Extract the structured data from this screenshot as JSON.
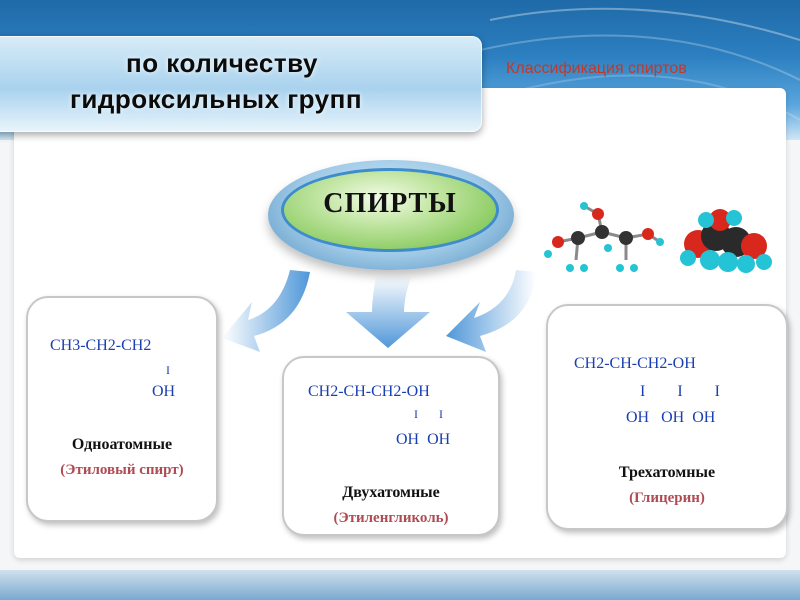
{
  "slide": {
    "title_line1": "по количеству",
    "title_line2": "гидроксильных групп",
    "section_label": "Классификация спиртов"
  },
  "center": {
    "label": "СПИРТЫ"
  },
  "groups": [
    {
      "formula_main": "СН3-СН2-СН2",
      "bond": "I",
      "hydroxyl": "OH",
      "name": "Одноатомные",
      "example": "(Этиловый спирт)"
    },
    {
      "formula_main": "СН2-СН-СН2-ОН",
      "bond": "I       I",
      "hydroxyl": "OH  OH",
      "name": "Двухатомные",
      "example": "(Этиленгликоль)"
    },
    {
      "formula_main": "СН2-СН-СН2-ОН",
      "bond": "I        I        I",
      "hydroxyl": "OH   OH  OH",
      "name": "Трехатомные",
      "example": "(Глицерин)"
    }
  ],
  "colors": {
    "formula": "#1a3fb0",
    "example": "#b04b54",
    "section_label": "#c0392b",
    "arrow": "#4f97d8"
  },
  "icons": [
    "molecule-ball-stick-icon",
    "molecule-space-filling-icon"
  ]
}
